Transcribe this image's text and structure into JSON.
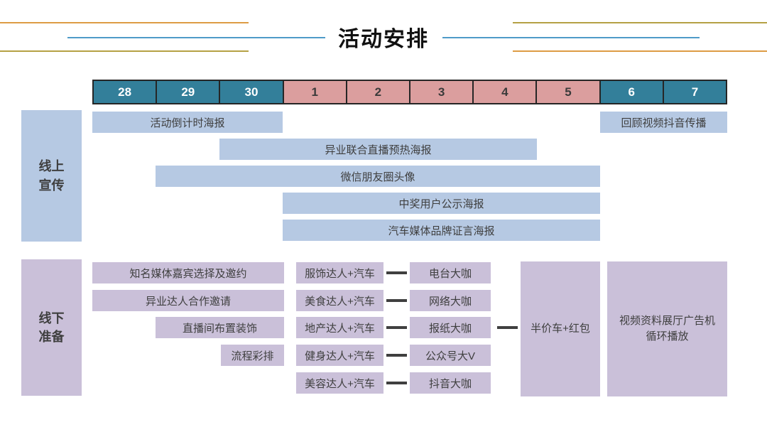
{
  "title": "活动安排",
  "colors": {
    "teal": "#337f9a",
    "pink": "#db9e9e",
    "light_blue": "#b6c9e3",
    "purple": "#cac0d9",
    "text_dark": "#3f3f3f",
    "line_orange": "#dd9c44",
    "line_blue": "#4f9bc8",
    "line_olive": "#b5a144"
  },
  "timeline": {
    "days": [
      "28",
      "29",
      "30",
      "1",
      "2",
      "3",
      "4",
      "5",
      "6",
      "7"
    ],
    "day_types": [
      "teal",
      "teal",
      "teal",
      "pink",
      "pink",
      "pink",
      "pink",
      "pink",
      "teal",
      "teal"
    ]
  },
  "online": {
    "label_lines": [
      "线上",
      "宣传"
    ],
    "bars": [
      "活动倒计时海报",
      "回顾视频抖音传播",
      "异业联合直播预热海报",
      "微信朋友圈头像",
      "中奖用户公示海报",
      "汽车媒体品牌证言海报"
    ]
  },
  "offline": {
    "label_lines": [
      "线下",
      "准备"
    ],
    "prep_bars": [
      "知名媒体嘉宾选择及邀约",
      "异业达人合作邀请",
      "直播间布置装饰",
      "流程彩排"
    ],
    "influencers": [
      "服饰达人+汽车",
      "美食达人+汽车",
      "地产达人+汽车",
      "健身达人+汽车",
      "美容达人+汽车"
    ],
    "media_figures": [
      "电台大咖",
      "网络大咖",
      "报纸大咖",
      "公众号大V",
      "抖音大咖"
    ],
    "reward": "半价车+红包",
    "video_box_lines": [
      "视频资料展厅广告机",
      "循环播放"
    ]
  }
}
